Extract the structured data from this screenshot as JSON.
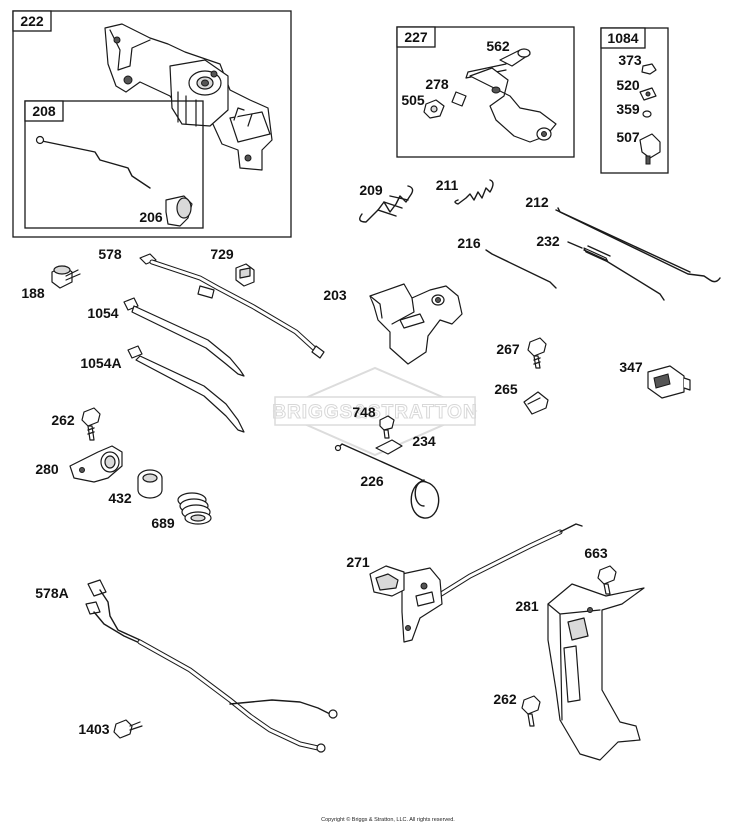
{
  "watermark": {
    "brand": "BRIGGS&STRATTON"
  },
  "copyright": "Copyright © Briggs & Stratton, LLC. All rights reserved.",
  "kit_boxes": [
    {
      "id": "box-222",
      "label": "222"
    },
    {
      "id": "box-208",
      "label": "208"
    },
    {
      "id": "box-227",
      "label": "227"
    },
    {
      "id": "box-1084",
      "label": "1084"
    }
  ],
  "part_labels": {
    "p206": "206",
    "p562": "562",
    "p278": "278",
    "p505": "505",
    "p373": "373",
    "p520": "520",
    "p359": "359",
    "p507": "507",
    "p209": "209",
    "p211": "211",
    "p212": "212",
    "p216": "216",
    "p232": "232",
    "p578": "578",
    "p729": "729",
    "p188": "188",
    "p1054": "1054",
    "p1054A": "1054A",
    "p203": "203",
    "p267": "267",
    "p347": "347",
    "p265": "265",
    "p262a": "262",
    "p748": "748",
    "p234": "234",
    "p280": "280",
    "p432": "432",
    "p689": "689",
    "p226": "226",
    "p271": "271",
    "p663": "663",
    "p578A": "578A",
    "p281": "281",
    "p262b": "262",
    "p1403": "1403"
  }
}
